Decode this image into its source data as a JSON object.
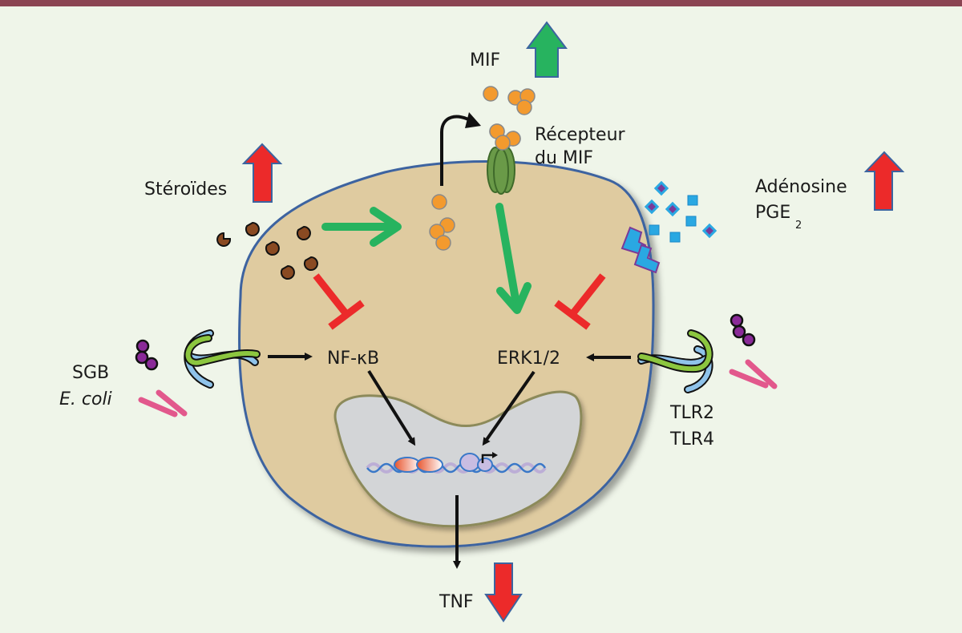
{
  "diagram": {
    "labels": {
      "mif": "MIF",
      "receptor_line1": "Récepteur",
      "receptor_line2": "du MIF",
      "steroids": "Stéroïdes",
      "adenosine": "Adénosine",
      "pge2_base": "PGE",
      "pge2_sub": "2",
      "nfkb": "NF-κB",
      "erk": "ERK1/2",
      "sgb": "SGB",
      "ecoli": "E. coli",
      "tlr2": "TLR2",
      "tlr4": "TLR4",
      "tnf": "TNF"
    },
    "indicators": {
      "mif": "up",
      "steroids": "up",
      "adenosine_pge2": "up",
      "tnf": "down"
    },
    "colors": {
      "background": "#eff5e9",
      "top_bar": "#8b4452",
      "cell_fill": "#dfcba0",
      "cell_border": "#3c64a0",
      "nucleus_fill": "#d3d5d7",
      "nucleus_border": "#8c8a5a",
      "activation_arrow": "#27b35f",
      "inhibition": "#ec2a2a",
      "up_arrow_green": "#27b35f",
      "up_arrow_red": "#ec2a2a",
      "mif_particle": "#f39a2e",
      "receptor": "#6a9a48",
      "steroid": "#8a4a22",
      "adenosine_square": "#2aa8e2",
      "adenosine_core": "#7a3a98",
      "bacteria_purple": "#8a2a98",
      "ecoli_rod": "#e2588c",
      "tlr_green": "#8cc63f",
      "tlr_blue": "#8fc3ea"
    }
  }
}
